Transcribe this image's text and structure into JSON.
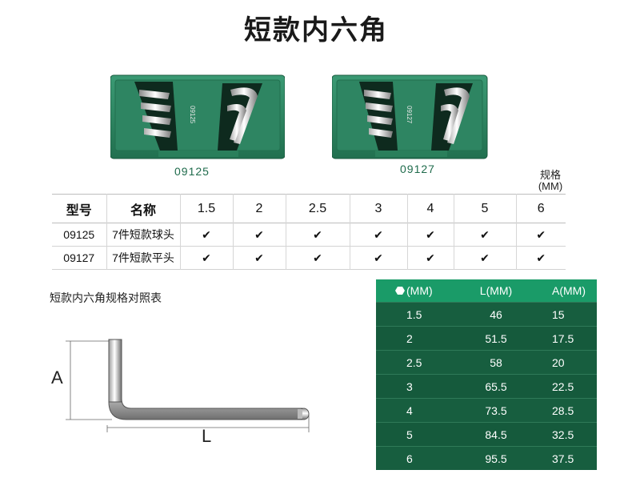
{
  "title": "短款内六角",
  "products": [
    {
      "code": "09125",
      "label_on_case": "09125"
    },
    {
      "code": "09127",
      "label_on_case": "09127"
    }
  ],
  "unit_note": {
    "line1": "规格",
    "line2": "(MM)"
  },
  "spec_table": {
    "headers": [
      "型号",
      "名称",
      "1.5",
      "2",
      "2.5",
      "3",
      "4",
      "5",
      "6"
    ],
    "rows": [
      {
        "model": "09125",
        "name": "7件短款球头",
        "checks": [
          "✔",
          "✔",
          "✔",
          "✔",
          "✔",
          "✔",
          "✔"
        ]
      },
      {
        "model": "09127",
        "name": "7件短款平头",
        "checks": [
          "✔",
          "✔",
          "✔",
          "✔",
          "✔",
          "✔",
          "✔"
        ]
      }
    ]
  },
  "diagram": {
    "title": "短款内六角规格对照表",
    "label_a": "A",
    "label_l": "L"
  },
  "size_table": {
    "headers": [
      "(MM)",
      "L(MM)",
      "A(MM)"
    ],
    "header_icon": "hexagon-icon",
    "rows": [
      [
        "1.5",
        "46",
        "15"
      ],
      [
        "2",
        "51.5",
        "17.5"
      ],
      [
        "2.5",
        "58",
        "20"
      ],
      [
        "3",
        "65.5",
        "22.5"
      ],
      [
        "4",
        "73.5",
        "28.5"
      ],
      [
        "5",
        "84.5",
        "32.5"
      ],
      [
        "6",
        "95.5",
        "37.5"
      ]
    ]
  },
  "colors": {
    "case_green": "#2f8a66",
    "table_dark": "#175e3f",
    "table_header": "#1a9b68",
    "code_text": "#1f6b4c"
  }
}
